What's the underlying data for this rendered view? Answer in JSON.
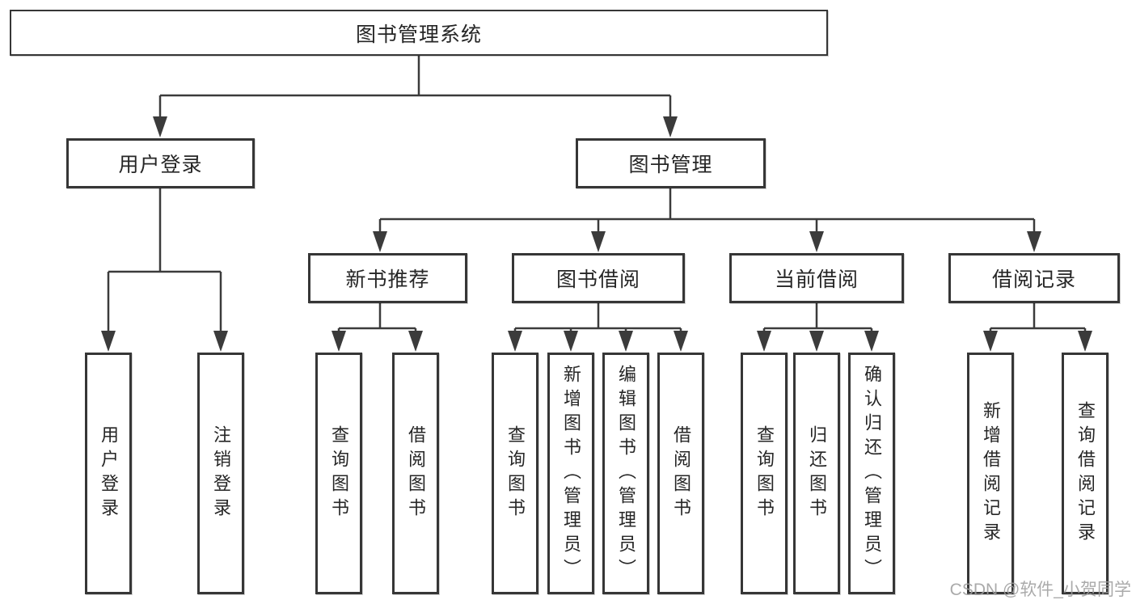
{
  "diagram_type": "hierarchy",
  "colors": {
    "line": "#3b3b3b",
    "box_border": "#363636",
    "box_fill": "#ffffff",
    "text": "#262626",
    "watermark": "#9e9e9e",
    "background": "#ffffff"
  },
  "tree": {
    "label": "图书管理系统",
    "children": [
      {
        "label": "用户登录",
        "children": [
          {
            "label": "用户登录"
          },
          {
            "label": "注销登录"
          }
        ]
      },
      {
        "label": "图书管理",
        "children": [
          {
            "label": "新书推荐",
            "children": [
              {
                "label": "查询图书"
              },
              {
                "label": "借阅图书"
              }
            ]
          },
          {
            "label": "图书借阅",
            "children": [
              {
                "label": "查询图书"
              },
              {
                "label": "新增图书（管理员）"
              },
              {
                "label": "编辑图书（管理员）"
              },
              {
                "label": "借阅图书"
              }
            ]
          },
          {
            "label": "当前借阅",
            "children": [
              {
                "label": "查询图书"
              },
              {
                "label": "归还图书"
              },
              {
                "label": "确认归还（管理员）"
              }
            ]
          },
          {
            "label": "借阅记录",
            "children": [
              {
                "label": "新增借阅记录"
              },
              {
                "label": "查询借阅记录"
              }
            ]
          }
        ]
      }
    ]
  },
  "watermark": "CSDN @软件_小贺同学"
}
